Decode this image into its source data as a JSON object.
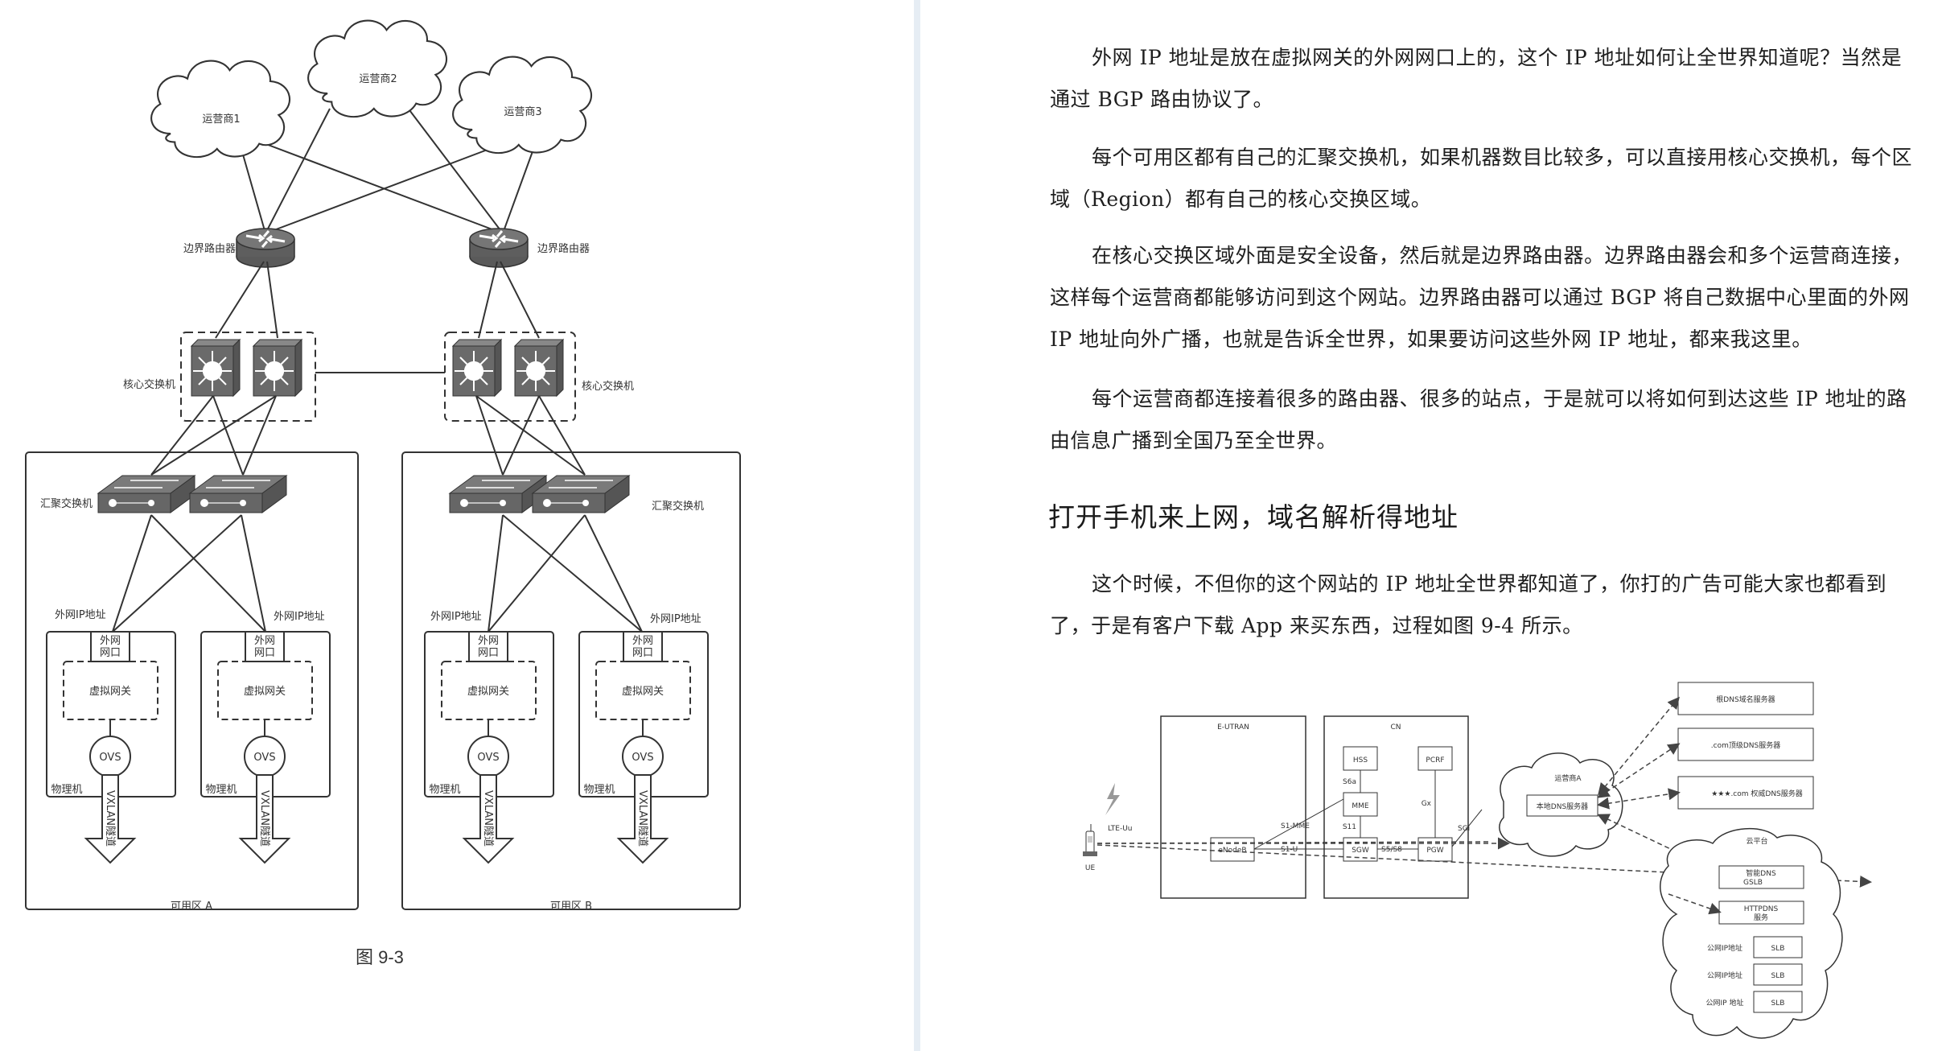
{
  "left_page": {
    "figure_caption": "图 9-3",
    "figure_9_3": {
      "carriers": [
        "运营商1",
        "运营商2",
        "运营商3"
      ],
      "border_router_label": "边界路由器",
      "core_switch_label": "核心交换机",
      "aggregation_switch_label": "汇聚交换机",
      "public_ip_label": "外网IP地址",
      "public_port_label_line1": "外网",
      "public_port_label_line2": "网口",
      "virtual_gateway_label": "虚拟网关",
      "ovs_label": "OVS",
      "physical_machine_label": "物理机",
      "vxlan_tunnel_label": "VXLAN隧道",
      "zones": [
        "可用区 A",
        "可用区 B"
      ]
    }
  },
  "right_page": {
    "paragraphs": [
      "外网 IP 地址是放在虚拟网关的外网网口上的，这个 IP 地址如何让全世界知道呢？当然是通过 BGP 路由协议了。",
      "每个可用区都有自己的汇聚交换机，如果机器数目比较多，可以直接用核心交换机，每个区域（Region）都有自己的核心交换区域。",
      "在核心交换区域外面是安全设备，然后就是边界路由器。边界路由器会和多个运营商连接，这样每个运营商都能够访问到这个网站。边界路由器可以通过 BGP 将自己数据中心里面的外网 IP 地址向外广播，也就是告诉全世界，如果要访问这些外网 IP 地址，都来我这里。",
      "每个运营商都连接着很多的路由器、很多的站点，于是就可以将如何到达这些 IP 地址的路由信息广播到全国乃至全世界。"
    ],
    "heading": "打开手机来上网，域名解析得地址",
    "paragraph_after_heading": "这个时候，不但你的这个网站的 IP 地址全世界都知道了，你打的广告可能大家也都看到了，于是有客户下载 App 来买东西，过程如图 9-4 所示。",
    "figure_9_4": {
      "ue_label": "UE",
      "radio_label": "LTE-Uu",
      "eutran_label": "E-UTRAN",
      "enodeb_label": "eNodeB",
      "cn_label": "CN",
      "hss_label": "HSS",
      "pcrf_label": "PCRF",
      "mme_label": "MME",
      "sgw_label": "SGW",
      "pgw_label": "PGW",
      "if_s6a": "S6a",
      "if_s11": "S11",
      "if_gx": "Gx",
      "if_s1mme": "S1-MME",
      "if_s1u": "S1-U",
      "if_s5s8": "S5/S8",
      "if_sgi": "SGi",
      "carrier_a_label": "运营商A",
      "local_dns_label": "本地DNS服务器",
      "root_dns_label": "根DNS域名服务器",
      "com_tld_dns_label": ".com顶级DNS服务器",
      "auth_dns_label": "★★★.com 权威DNS服务器",
      "cloud_label": "云平台",
      "smart_dns_line1": "智能DNS",
      "smart_dns_line2": "GSLB",
      "httpdns_line1": "HTTPDNS",
      "httpdns_line2": "服务",
      "slb_rows": [
        {
          "ip_label": "公网IP地址",
          "slb_label": "SLB"
        },
        {
          "ip_label": "公网IP地址",
          "slb_label": "SLB"
        },
        {
          "ip_label": "公网IP 地址",
          "slb_label": "SLB"
        }
      ]
    }
  }
}
